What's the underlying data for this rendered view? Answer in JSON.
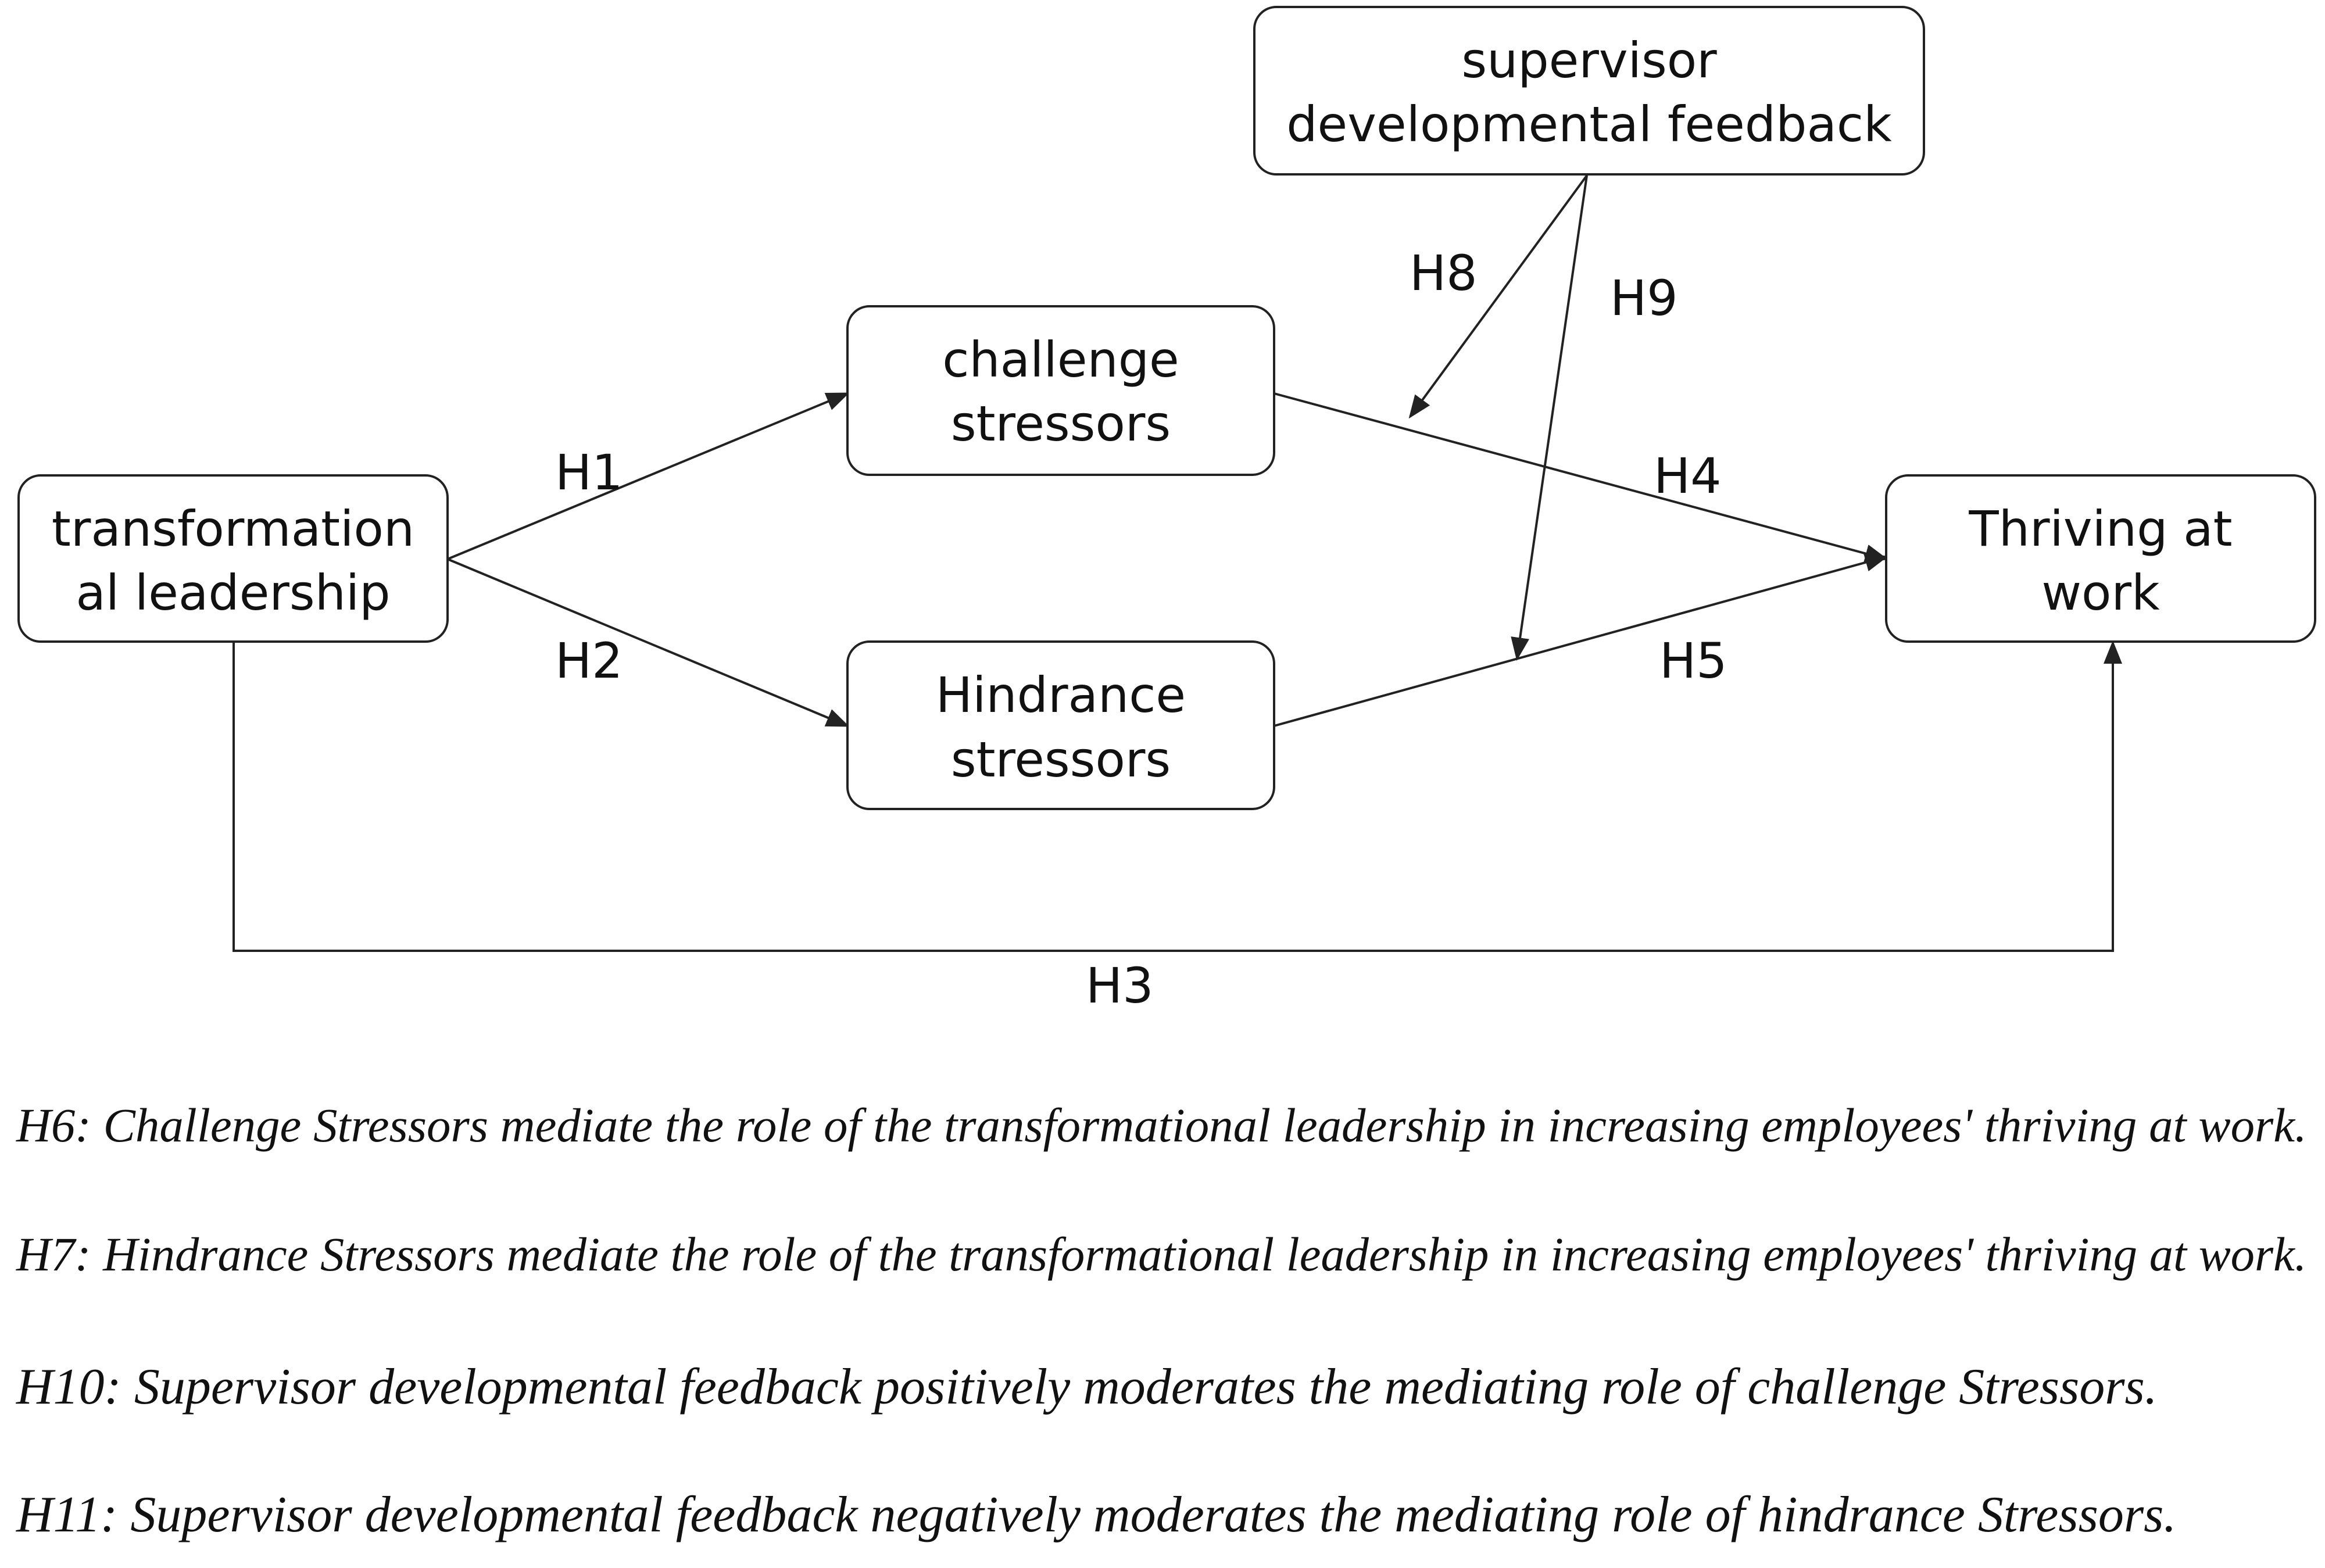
{
  "diagram": {
    "nodes": {
      "transformational_leadership": {
        "lines": [
          "transformation",
          "al leadership"
        ]
      },
      "challenge_stressors": {
        "lines": [
          "challenge",
          "stressors"
        ]
      },
      "hindrance_stressors": {
        "lines": [
          "Hindrance",
          "stressors"
        ]
      },
      "thriving_at_work": {
        "lines": [
          "Thriving at",
          "work"
        ]
      },
      "supervisor_feedback": {
        "lines": [
          "supervisor",
          "developmental feedback"
        ]
      }
    },
    "edges": {
      "h1": "H1",
      "h2": "H2",
      "h3": "H3",
      "h4": "H4",
      "h5": "H5",
      "h8": "H8",
      "h9": "H9"
    }
  },
  "hypotheses": [
    "H6: Challenge Stressors mediate the role of the transformational leadership in increasing employees' thriving at work.",
    "H7: Hindrance Stressors mediate the role of the transformational leadership in increasing employees' thriving at work.",
    "H10: Supervisor developmental feedback positively moderates the mediating role of challenge Stressors.",
    "H11: Supervisor developmental feedback negatively moderates the mediating role of hindrance Stressors."
  ]
}
